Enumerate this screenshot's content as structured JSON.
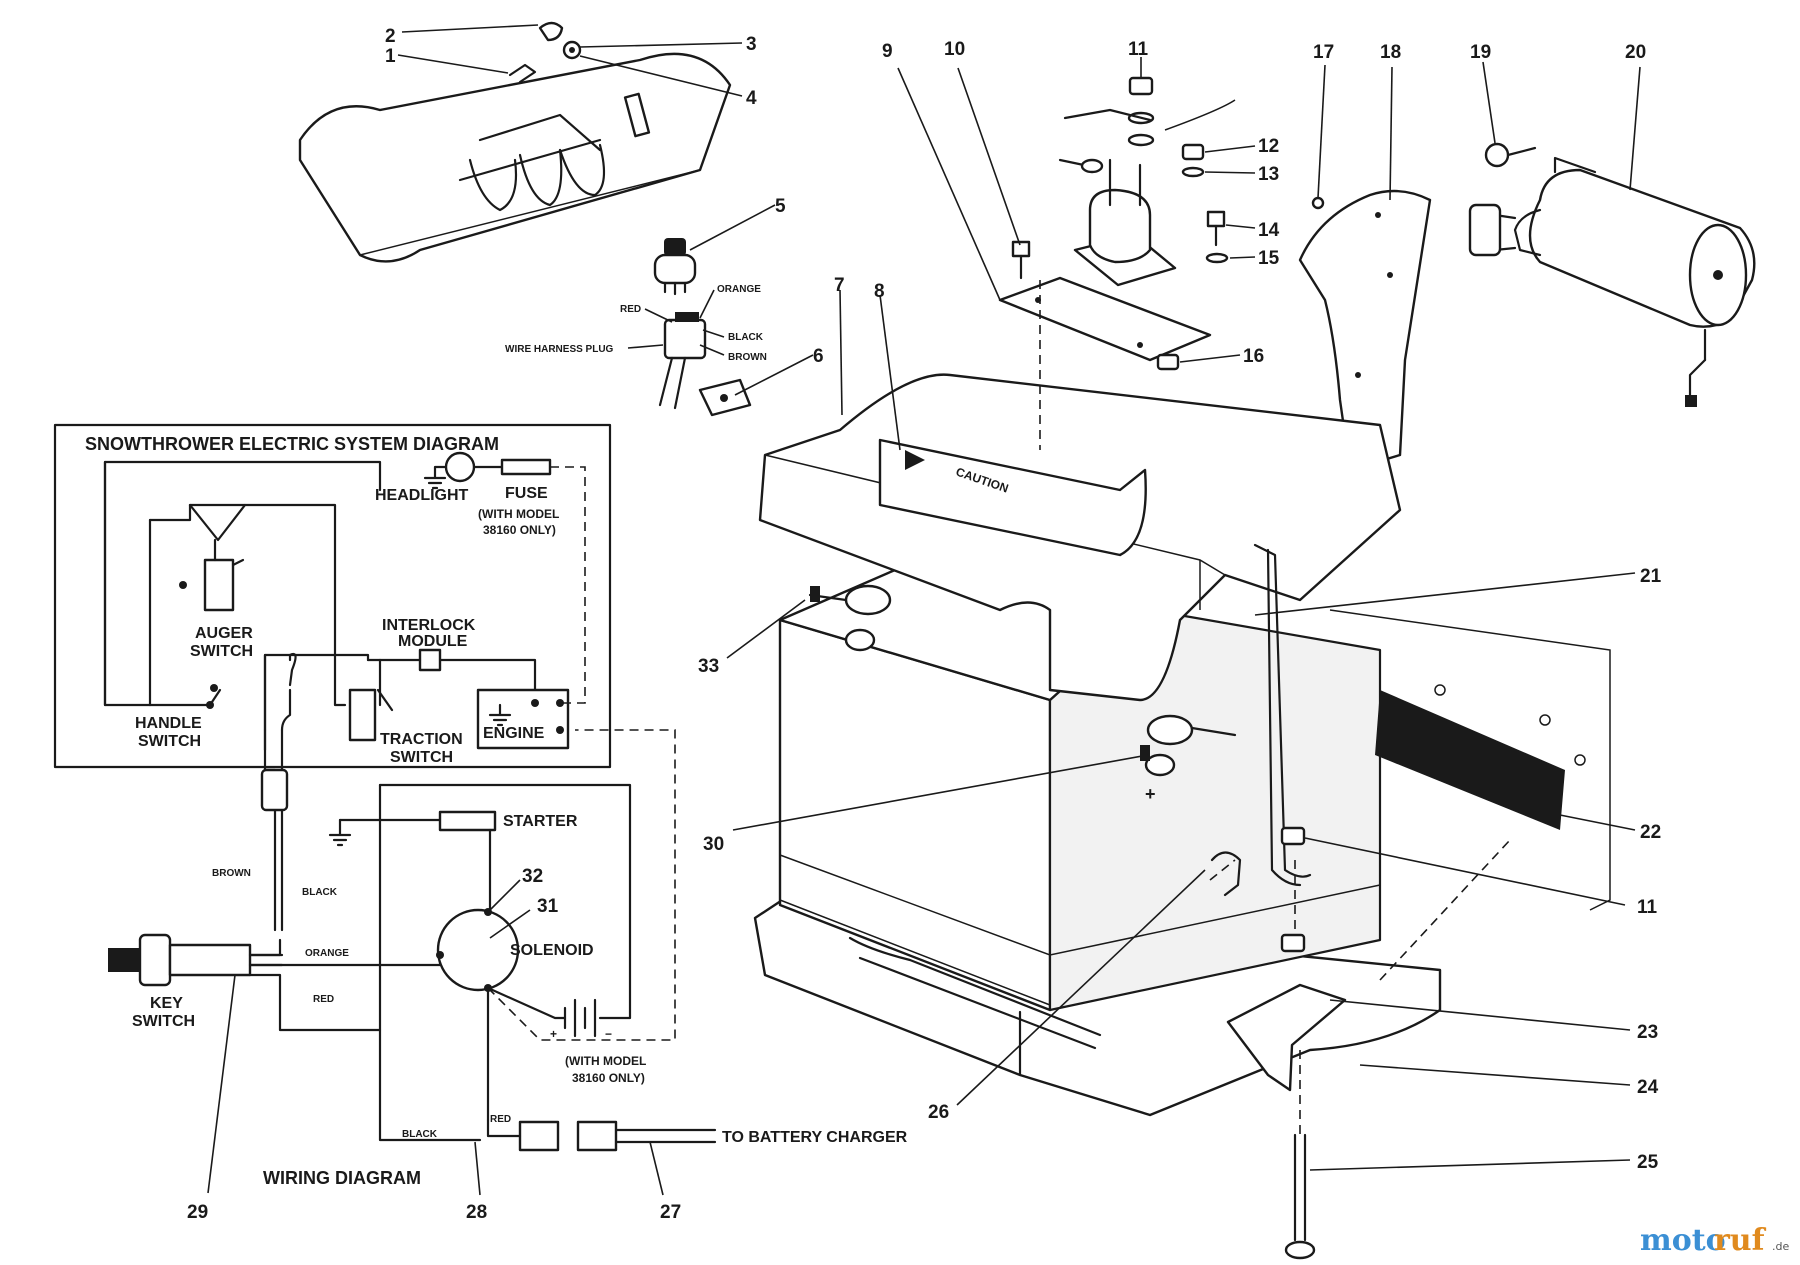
{
  "callouts": [
    "1",
    "2",
    "3",
    "4",
    "5",
    "6",
    "7",
    "8",
    "9",
    "10",
    "11",
    "12",
    "13",
    "14",
    "15",
    "16",
    "17",
    "18",
    "19",
    "20",
    "21",
    "22",
    "23",
    "24",
    "25",
    "26",
    "27",
    "28",
    "29",
    "30",
    "31",
    "32",
    "33"
  ],
  "wire_harness": {
    "plug_label": "WIRE HARNESS PLUG",
    "colors": {
      "orange": "ORANGE",
      "red": "RED",
      "black": "BLACK",
      "brown": "BROWN"
    }
  },
  "battery": {
    "caution_label": "CAUTION",
    "positive_mark": "+"
  },
  "system_diagram": {
    "title": "SNOWTHROWER ELECTRIC SYSTEM DIAGRAM",
    "headlight": "HEADLIGHT",
    "fuse": "FUSE",
    "fuse_note_1": "(WITH MODEL",
    "fuse_note_2": "38160 ONLY)",
    "auger_switch_1": "AUGER",
    "auger_switch_2": "SWITCH",
    "handle_switch_1": "HANDLE",
    "handle_switch_2": "SWITCH",
    "interlock_1": "INTERLOCK",
    "interlock_2": "MODULE",
    "traction_1": "TRACTION",
    "traction_2": "SWITCH",
    "engine": "ENGINE"
  },
  "wiring_diagram": {
    "title": "WIRING DIAGRAM",
    "starter": "STARTER",
    "solenoid": "SOLENOID",
    "key_switch_1": "KEY",
    "key_switch_2": "SWITCH",
    "note_1": "(WITH MODEL",
    "note_2": "38160 ONLY)",
    "battery_charger": "TO BATTERY CHARGER",
    "wire_colors": {
      "brown": "BROWN",
      "black": "BLACK",
      "orange": "ORANGE",
      "red": "RED"
    },
    "plus": "+",
    "minus": "−"
  },
  "watermark": {
    "part1": "moto",
    "part2": "ruf",
    "part3": ".de"
  },
  "colors": {
    "ink": "#1a1a1a",
    "paper": "#ffffff",
    "watermark_blue": "#3b8fd4",
    "watermark_orange": "#e08a1e"
  }
}
